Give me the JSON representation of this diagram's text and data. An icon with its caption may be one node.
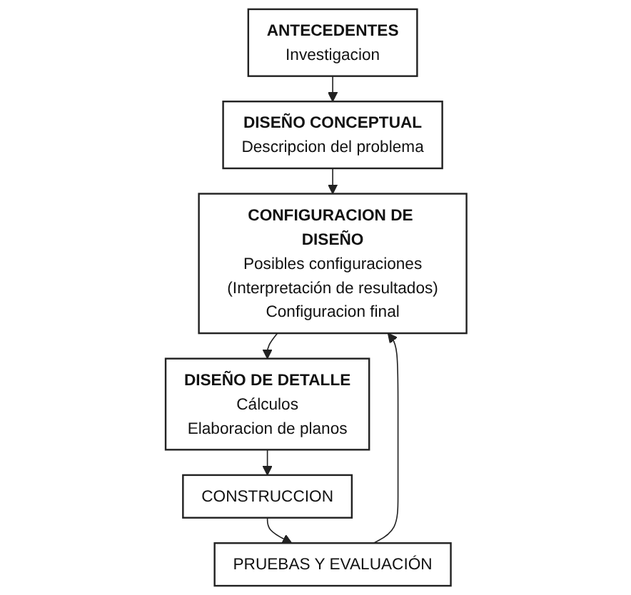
{
  "diagram": {
    "nodes": [
      {
        "text": [
          "ANTECEDENTES",
          "Investigacion"
        ]
      },
      {
        "text": [
          "DISEÑO CONCEPTUAL",
          "Descripcion del problema"
        ]
      },
      {
        "text": [
          "CONFIGURACION DE DISEÑO",
          "Posibles configuraciones",
          "(Interpretación de resultados)",
          "Configuracion final"
        ]
      },
      {
        "text": [
          "DISEÑO DE DETALLE",
          "Cálculos",
          "Elaboracion de planos"
        ]
      },
      {
        "text": [
          "CONSTRUCCION"
        ]
      },
      {
        "text": [
          "PRUEBAS Y EVALUACIÓN"
        ]
      }
    ],
    "edges": [
      {
        "from": 0,
        "to": 1,
        "arrow": "to"
      },
      {
        "from": 1,
        "to": 2,
        "arrow": "to"
      },
      {
        "from": 2,
        "to": 3,
        "arrow": "to"
      },
      {
        "from": 3,
        "to": 4,
        "arrow": "to"
      },
      {
        "from": 4,
        "to": 5,
        "arrow": "to"
      },
      {
        "from": 5,
        "to": 2,
        "arrow": "to"
      }
    ]
  }
}
